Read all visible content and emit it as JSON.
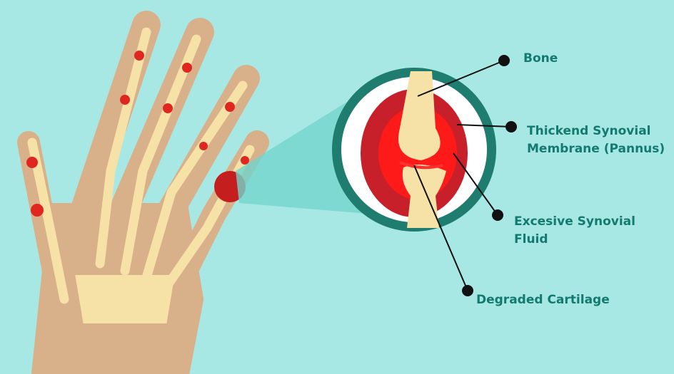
{
  "labels": {
    "bone": "Bone",
    "membrane_line1": "Thickend Synovial",
    "membrane_line2": "Membrane (Pannus)",
    "fluid_line1": "Excesive Synovial",
    "fluid_line2": "Fluid",
    "cartilage": "Degraded Cartilage"
  },
  "colors": {
    "background": "#a8e8e4",
    "label_text": "#137a70",
    "skin": "#d8b08a",
    "bone": "#f6e2a6",
    "inflammation": "#e0271f",
    "ring": "#1f7d70"
  }
}
